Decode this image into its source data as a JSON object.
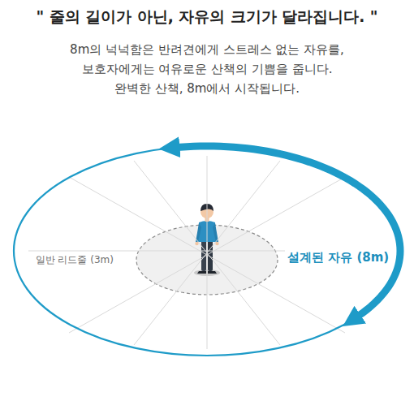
{
  "diagram": {
    "title": "\" 줄의 길이가 아닌, 자유의 크기가 달라집니다. \"",
    "nodes": [
      {
        "text": [
          "설계된 자유 (8m)"
        ]
      },
      {
        "text": [
          "일반 리드줄 (3m)"
        ],
        "in": 0
      }
    ],
    "labels": [
      "8m의 넉넉함은 반려견에게 스트레스 없는 자유를,",
      "보호자에게는 여유로운 산책의 기쁨을 줍니다.",
      "완벽한 산책, 8m에서 시작됩니다."
    ]
  }
}
